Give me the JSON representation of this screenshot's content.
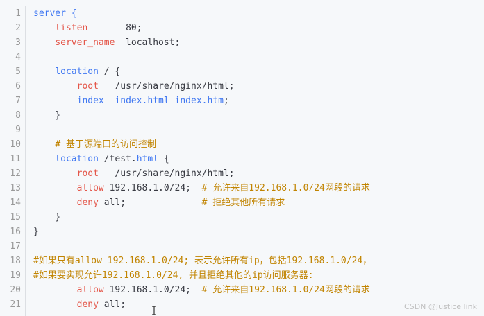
{
  "code": {
    "lines": [
      {
        "num": "1",
        "segments": [
          {
            "t": "server {",
            "c": "kw"
          }
        ]
      },
      {
        "num": "2",
        "segments": [
          {
            "t": "    ",
            "c": ""
          },
          {
            "t": "listen",
            "c": "dir"
          },
          {
            "t": "       80;",
            "c": ""
          }
        ]
      },
      {
        "num": "3",
        "segments": [
          {
            "t": "    ",
            "c": ""
          },
          {
            "t": "server_name",
            "c": "dir"
          },
          {
            "t": "  localhost;",
            "c": ""
          }
        ]
      },
      {
        "num": "4",
        "segments": []
      },
      {
        "num": "5",
        "segments": [
          {
            "t": "    ",
            "c": ""
          },
          {
            "t": "location",
            "c": "kw"
          },
          {
            "t": " / {",
            "c": ""
          }
        ]
      },
      {
        "num": "6",
        "segments": [
          {
            "t": "        ",
            "c": ""
          },
          {
            "t": "root",
            "c": "dir"
          },
          {
            "t": "   /usr/share/nginx/html;",
            "c": ""
          }
        ]
      },
      {
        "num": "7",
        "segments": [
          {
            "t": "        ",
            "c": ""
          },
          {
            "t": "index",
            "c": "kw"
          },
          {
            "t": "  ",
            "c": ""
          },
          {
            "t": "index.html",
            "c": "kw"
          },
          {
            "t": " ",
            "c": ""
          },
          {
            "t": "index.htm",
            "c": "kw"
          },
          {
            "t": ";",
            "c": ""
          }
        ]
      },
      {
        "num": "8",
        "segments": [
          {
            "t": "    }",
            "c": ""
          }
        ]
      },
      {
        "num": "9",
        "segments": []
      },
      {
        "num": "10",
        "segments": [
          {
            "t": "    ",
            "c": ""
          },
          {
            "t": "# 基于源端口的访问控制",
            "c": "cm"
          }
        ]
      },
      {
        "num": "11",
        "segments": [
          {
            "t": "    ",
            "c": ""
          },
          {
            "t": "location",
            "c": "kw"
          },
          {
            "t": " /test.",
            "c": ""
          },
          {
            "t": "html",
            "c": "kw"
          },
          {
            "t": " {",
            "c": ""
          }
        ]
      },
      {
        "num": "12",
        "segments": [
          {
            "t": "        ",
            "c": ""
          },
          {
            "t": "root",
            "c": "dir"
          },
          {
            "t": "   /usr/share/nginx/html;",
            "c": ""
          }
        ]
      },
      {
        "num": "13",
        "segments": [
          {
            "t": "        ",
            "c": ""
          },
          {
            "t": "allow",
            "c": "dir"
          },
          {
            "t": " 192.168.1.0/24;  ",
            "c": ""
          },
          {
            "t": "# 允许来自192.168.1.0/24网段的请求",
            "c": "cm"
          }
        ]
      },
      {
        "num": "14",
        "segments": [
          {
            "t": "        ",
            "c": ""
          },
          {
            "t": "deny",
            "c": "dir"
          },
          {
            "t": " all;              ",
            "c": ""
          },
          {
            "t": "# 拒绝其他所有请求",
            "c": "cm"
          }
        ]
      },
      {
        "num": "15",
        "segments": [
          {
            "t": "    }",
            "c": ""
          }
        ]
      },
      {
        "num": "16",
        "segments": [
          {
            "t": "}",
            "c": ""
          }
        ]
      },
      {
        "num": "17",
        "segments": []
      },
      {
        "num": "18",
        "segments": [
          {
            "t": "#如果只有allow 192.168.1.0/24; 表示允许所有ip，包括192.168.1.0/24，",
            "c": "cm"
          }
        ]
      },
      {
        "num": "19",
        "segments": [
          {
            "t": "#如果要实现允许192.168.1.0/24, 并且拒绝其他的ip访问服务器:",
            "c": "cm"
          }
        ]
      },
      {
        "num": "20",
        "segments": [
          {
            "t": "        ",
            "c": ""
          },
          {
            "t": "allow",
            "c": "dir"
          },
          {
            "t": " 192.168.1.0/24;  ",
            "c": ""
          },
          {
            "t": "# 允许来自192.168.1.0/24网段的请求",
            "c": "cm"
          }
        ]
      },
      {
        "num": "21",
        "segments": [
          {
            "t": "        ",
            "c": ""
          },
          {
            "t": "deny",
            "c": "dir"
          },
          {
            "t": " all;",
            "c": ""
          }
        ]
      }
    ]
  },
  "watermark": "CSDN @Justice link",
  "colors": {
    "background": "#f6f8fa",
    "keyword": "#4078f2",
    "directive": "#e45649",
    "comment": "#c18401",
    "string": "#50a14f"
  },
  "icons": {
    "cursor": "text-cursor-icon"
  }
}
